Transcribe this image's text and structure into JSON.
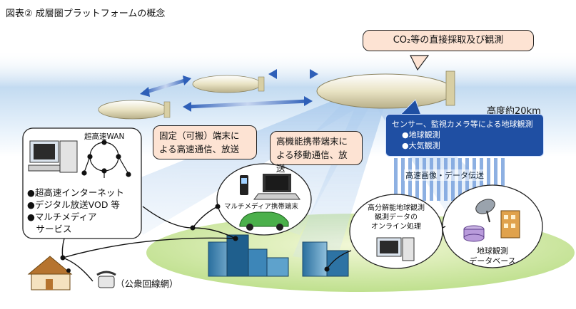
{
  "figure": {
    "title": "図表② 成層圏プラットフォームの概念",
    "co2_callout": "CO₂等の直接採取及び観測",
    "altitude_label": "高度約20km",
    "sensor_box": {
      "heading": "センサー、監視カメラ等による地球観測",
      "items": [
        "●地球観測",
        "●大気観測"
      ]
    },
    "fixed_terminal_callout": [
      "固定（可搬）端末に",
      "よる高速通信、放送"
    ],
    "mobile_terminal_callout": [
      "高機能携帯端末に",
      "よる移動通信、放送"
    ],
    "home_services": {
      "wan_label": "超高速WAN",
      "items": [
        "●超高速インターネット",
        "●デジタル放送VOD 等",
        "●マルチメディア",
        "　サービス"
      ]
    },
    "mobile_bubble_label": "マルチメディア携帯端末",
    "image_transfer_label": "高速画像・データ伝送",
    "processing_label": [
      "高分解能地球観測",
      "観測データの",
      "オンライン処理"
    ],
    "database_label": [
      "地球観測",
      "データベース"
    ],
    "phone_label": "（公衆回線網）"
  },
  "colors": {
    "sky_top": "#ffffff",
    "sky_mid": "#c8dff3",
    "ground": "#cfe6a3",
    "callout_fill": "#fde3d3",
    "sensor_fill": "#1f4fa3",
    "arrow_blue": "#2e5fb8",
    "beam": "#9fc3ea"
  }
}
